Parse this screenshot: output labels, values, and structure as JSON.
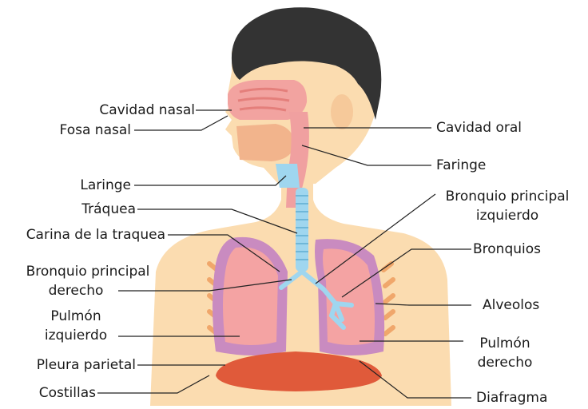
{
  "labels": {
    "cavidad_nasal": "Cavidad nasal",
    "fosa_nasal": "Fosa nasal",
    "laringe": "Laringe",
    "traquea": "Tráquea",
    "carina": "Carina de la traquea",
    "bronquio_derecho_1": "Bronquio principal",
    "bronquio_derecho_2": "derecho",
    "pulmon_izq_1": "Pulmón",
    "pulmon_izq_2": "izquierdo",
    "pleura": "Pleura parietal",
    "costillas": "Costillas",
    "cavidad_oral": "Cavidad oral",
    "faringe": "Faringe",
    "bronquio_izq_1": "Bronquio principal",
    "bronquio_izq_2": "izquierdo",
    "bronquios": "Bronquios",
    "alveolos": "Alveolos",
    "pulmon_der_1": "Pulmón",
    "pulmon_der_2": "derecho",
    "diafragma": "Diafragma"
  },
  "colors": {
    "skin": "#fbdcb0",
    "hair": "#333333",
    "lung_outer": "#c98bc0",
    "lung_inner": "#f4a3a3",
    "trachea": "#9fd6ef",
    "diaphragm": "#e05a3a",
    "nasal": "#f2a3a0",
    "ribs": "#f0a76b"
  }
}
